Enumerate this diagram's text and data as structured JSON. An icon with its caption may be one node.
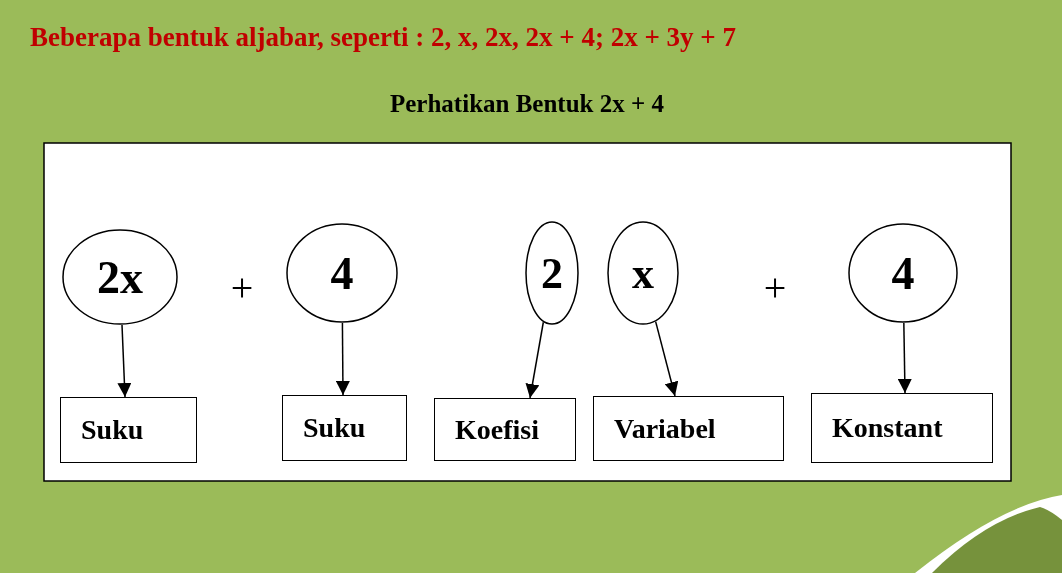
{
  "diagram": {
    "title": "Beberapa bentuk aljabar, seperti : 2, x, 2x, 2x + 4; 2x + 3y + 7",
    "nodes": [
      {
        "text": [
          "2x"
        ]
      },
      {
        "text": [
          "4"
        ]
      },
      {
        "text": [
          "2"
        ]
      },
      {
        "text": [
          "x"
        ]
      },
      {
        "text": [
          "4"
        ]
      },
      {
        "text": [
          "Suku"
        ]
      },
      {
        "text": [
          "Suku"
        ]
      },
      {
        "text": [
          "Koefisi"
        ]
      },
      {
        "text": [
          "Variabel"
        ]
      },
      {
        "text": [
          "Konstant"
        ]
      }
    ],
    "edges": [
      {
        "from": 0,
        "to": 5,
        "arrow": "to"
      },
      {
        "from": 1,
        "to": 6,
        "arrow": "to"
      },
      {
        "from": 2,
        "to": 7,
        "arrow": "to"
      },
      {
        "from": 3,
        "to": 8,
        "arrow": "to"
      },
      {
        "from": 4,
        "to": 9,
        "arrow": "to"
      }
    ],
    "labels": [
      "Perhatikan Bentuk 2x + 4",
      "+",
      "+"
    ]
  }
}
